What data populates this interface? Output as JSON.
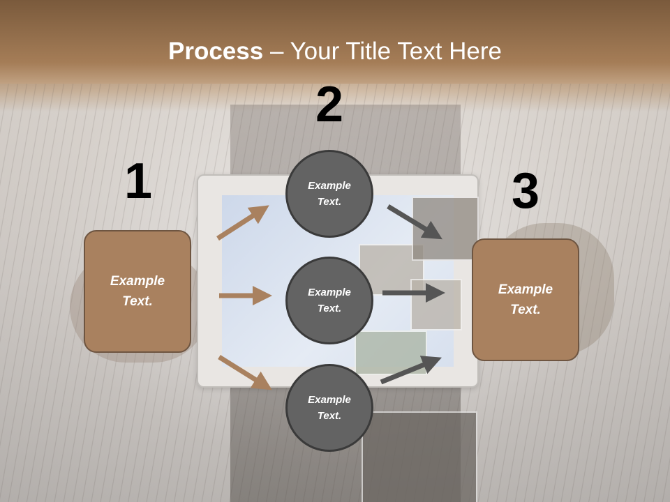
{
  "title": {
    "bold": "Process",
    "rest": " – Your Title Text Here"
  },
  "steps": [
    {
      "number": "1",
      "text": "Example Text."
    },
    {
      "number": "2",
      "text": "Example Text."
    },
    {
      "number": "3",
      "text": "Example Text."
    }
  ],
  "nodes": [
    {
      "text": "Example Text."
    },
    {
      "text": "Example Text."
    },
    {
      "text": "Example Text."
    }
  ],
  "colors": {
    "box_fill": "#a9815f",
    "circle_fill": "#636363",
    "arrow_brown": "#a9815f",
    "arrow_gray": "#555555",
    "number": "#000000"
  }
}
